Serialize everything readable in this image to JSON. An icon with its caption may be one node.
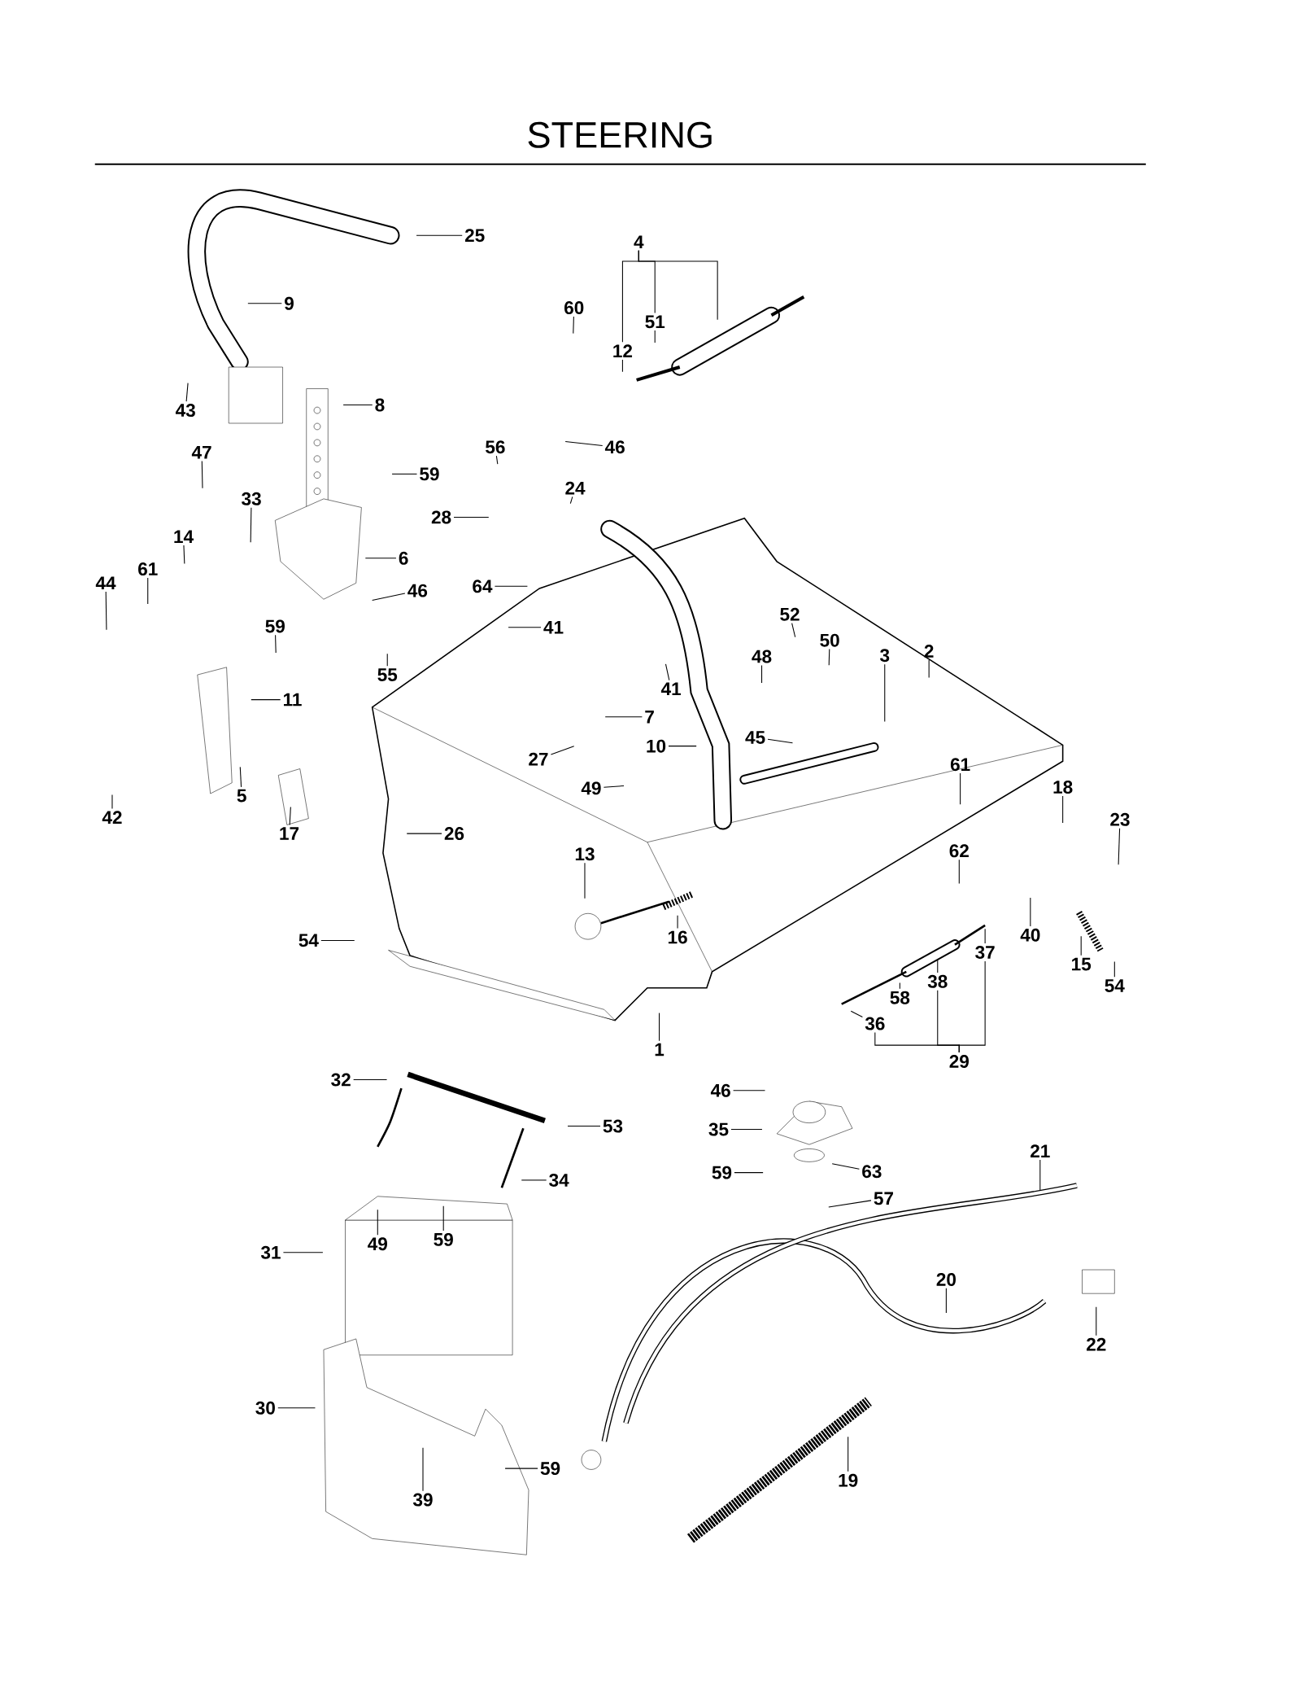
{
  "diagram": {
    "title": "STEERING",
    "nodes": [
      {
        "text": [
          "4"
        ]
      },
      {
        "text": [
          "25"
        ]
      },
      {
        "text": [
          "60"
        ]
      },
      {
        "text": [
          "51"
        ]
      },
      {
        "text": [
          "9"
        ]
      },
      {
        "text": [
          "12"
        ]
      },
      {
        "text": [
          "43"
        ]
      },
      {
        "text": [
          "8"
        ]
      },
      {
        "text": [
          "47"
        ]
      },
      {
        "text": [
          "56"
        ]
      },
      {
        "text": [
          "46"
        ]
      },
      {
        "text": [
          "59"
        ]
      },
      {
        "text": [
          "24"
        ]
      },
      {
        "text": [
          "33"
        ]
      },
      {
        "text": [
          "28"
        ]
      },
      {
        "text": [
          "14"
        ]
      },
      {
        "text": [
          "6"
        ]
      },
      {
        "text": [
          "61"
        ]
      },
      {
        "text": [
          "44"
        ]
      },
      {
        "text": [
          "46"
        ]
      },
      {
        "text": [
          "64"
        ]
      },
      {
        "text": [
          "52"
        ]
      },
      {
        "text": [
          "59"
        ]
      },
      {
        "text": [
          "41"
        ]
      },
      {
        "text": [
          "50"
        ]
      },
      {
        "text": [
          "2"
        ]
      },
      {
        "text": [
          "3"
        ]
      },
      {
        "text": [
          "48"
        ]
      },
      {
        "text": [
          "55"
        ]
      },
      {
        "text": [
          "41"
        ]
      },
      {
        "text": [
          "11"
        ]
      },
      {
        "text": [
          "7"
        ]
      },
      {
        "text": [
          "45"
        ]
      },
      {
        "text": [
          "10"
        ]
      },
      {
        "text": [
          "27"
        ]
      },
      {
        "text": [
          "61"
        ]
      },
      {
        "text": [
          "49"
        ]
      },
      {
        "text": [
          "18"
        ]
      },
      {
        "text": [
          "5"
        ]
      },
      {
        "text": [
          "42"
        ]
      },
      {
        "text": [
          "23"
        ]
      },
      {
        "text": [
          "17"
        ]
      },
      {
        "text": [
          "26"
        ]
      },
      {
        "text": [
          "62"
        ]
      },
      {
        "text": [
          "13"
        ]
      },
      {
        "text": [
          "16"
        ]
      },
      {
        "text": [
          "40"
        ]
      },
      {
        "text": [
          "54"
        ]
      },
      {
        "text": [
          "37"
        ]
      },
      {
        "text": [
          "15"
        ]
      },
      {
        "text": [
          "38"
        ]
      },
      {
        "text": [
          "54"
        ]
      },
      {
        "text": [
          "58"
        ]
      },
      {
        "text": [
          "36"
        ]
      },
      {
        "text": [
          "1"
        ]
      },
      {
        "text": [
          "29"
        ]
      },
      {
        "text": [
          "32"
        ]
      },
      {
        "text": [
          "46"
        ]
      },
      {
        "text": [
          "53"
        ]
      },
      {
        "text": [
          "35"
        ]
      },
      {
        "text": [
          "21"
        ]
      },
      {
        "text": [
          "63"
        ]
      },
      {
        "text": [
          "59"
        ]
      },
      {
        "text": [
          "34"
        ]
      },
      {
        "text": [
          "57"
        ]
      },
      {
        "text": [
          "49"
        ]
      },
      {
        "text": [
          "59"
        ]
      },
      {
        "text": [
          "31"
        ]
      },
      {
        "text": [
          "20"
        ]
      },
      {
        "text": [
          "22"
        ]
      },
      {
        "text": [
          "30"
        ]
      },
      {
        "text": [
          "59"
        ]
      },
      {
        "text": [
          "39"
        ]
      },
      {
        "text": [
          "19"
        ]
      }
    ],
    "edges": [
      {
        "from": 0,
        "to": 5,
        "arrow": "none"
      },
      {
        "from": 0,
        "to": 3,
        "arrow": "none"
      },
      {
        "from": 0,
        "to": null,
        "arrow": "none"
      },
      {
        "from": 1,
        "to": null,
        "arrow": "none"
      },
      {
        "from": 2,
        "to": null,
        "arrow": "none"
      },
      {
        "from": 3,
        "to": null,
        "arrow": "none"
      },
      {
        "from": 4,
        "to": null,
        "arrow": "none"
      },
      {
        "from": 5,
        "to": null,
        "arrow": "none"
      },
      {
        "from": 6,
        "to": null,
        "arrow": "none"
      },
      {
        "from": 7,
        "to": null,
        "arrow": "none"
      },
      {
        "from": 8,
        "to": null,
        "arrow": "none"
      },
      {
        "from": 9,
        "to": null,
        "arrow": "none"
      },
      {
        "from": 10,
        "to": null,
        "arrow": "none"
      },
      {
        "from": 11,
        "to": null,
        "arrow": "none"
      },
      {
        "from": 12,
        "to": null,
        "arrow": "none"
      },
      {
        "from": 13,
        "to": null,
        "arrow": "none"
      },
      {
        "from": 14,
        "to": null,
        "arrow": "none"
      },
      {
        "from": 15,
        "to": null,
        "arrow": "none"
      },
      {
        "from": 16,
        "to": null,
        "arrow": "none"
      },
      {
        "from": 17,
        "to": null,
        "arrow": "none"
      },
      {
        "from": 18,
        "to": null,
        "arrow": "none"
      },
      {
        "from": 19,
        "to": null,
        "arrow": "none"
      },
      {
        "from": 20,
        "to": null,
        "arrow": "none"
      },
      {
        "from": 21,
        "to": null,
        "arrow": "none"
      },
      {
        "from": 22,
        "to": null,
        "arrow": "none"
      },
      {
        "from": 23,
        "to": null,
        "arrow": "none"
      },
      {
        "from": 24,
        "to": null,
        "arrow": "none"
      },
      {
        "from": 25,
        "to": null,
        "arrow": "none"
      },
      {
        "from": 26,
        "to": null,
        "arrow": "none"
      },
      {
        "from": 27,
        "to": null,
        "arrow": "none"
      },
      {
        "from": 28,
        "to": null,
        "arrow": "none"
      },
      {
        "from": 29,
        "to": null,
        "arrow": "none"
      },
      {
        "from": 30,
        "to": null,
        "arrow": "none"
      },
      {
        "from": 31,
        "to": null,
        "arrow": "none"
      },
      {
        "from": 32,
        "to": null,
        "arrow": "none"
      },
      {
        "from": 33,
        "to": null,
        "arrow": "none"
      },
      {
        "from": 34,
        "to": null,
        "arrow": "none"
      },
      {
        "from": 35,
        "to": null,
        "arrow": "none"
      },
      {
        "from": 36,
        "to": null,
        "arrow": "none"
      },
      {
        "from": 37,
        "to": null,
        "arrow": "none"
      },
      {
        "from": 38,
        "to": null,
        "arrow": "none"
      },
      {
        "from": 39,
        "to": null,
        "arrow": "none"
      },
      {
        "from": 40,
        "to": null,
        "arrow": "none"
      },
      {
        "from": 41,
        "to": null,
        "arrow": "none"
      },
      {
        "from": 42,
        "to": null,
        "arrow": "none"
      },
      {
        "from": 43,
        "to": null,
        "arrow": "none"
      },
      {
        "from": 44,
        "to": null,
        "arrow": "none"
      },
      {
        "from": 45,
        "to": null,
        "arrow": "none"
      },
      {
        "from": 46,
        "to": null,
        "arrow": "none"
      },
      {
        "from": 47,
        "to": null,
        "arrow": "none"
      },
      {
        "from": 48,
        "to": null,
        "arrow": "none"
      },
      {
        "from": 49,
        "to": null,
        "arrow": "none"
      },
      {
        "from": 50,
        "to": null,
        "arrow": "none"
      },
      {
        "from": 51,
        "to": null,
        "arrow": "none"
      },
      {
        "from": 52,
        "to": null,
        "arrow": "none"
      },
      {
        "from": 53,
        "to": null,
        "arrow": "none"
      },
      {
        "from": 54,
        "to": null,
        "arrow": "none"
      },
      {
        "from": 55,
        "to": 53,
        "arrow": "none"
      },
      {
        "from": 55,
        "to": 50,
        "arrow": "none"
      },
      {
        "from": 55,
        "to": 48,
        "arrow": "none"
      },
      {
        "from": 56,
        "to": null,
        "arrow": "none"
      },
      {
        "from": 57,
        "to": null,
        "arrow": "none"
      },
      {
        "from": 58,
        "to": null,
        "arrow": "none"
      },
      {
        "from": 59,
        "to": null,
        "arrow": "none"
      },
      {
        "from": 60,
        "to": null,
        "arrow": "none"
      },
      {
        "from": 61,
        "to": null,
        "arrow": "none"
      },
      {
        "from": 62,
        "to": null,
        "arrow": "none"
      },
      {
        "from": 63,
        "to": null,
        "arrow": "none"
      },
      {
        "from": 64,
        "to": null,
        "arrow": "none"
      },
      {
        "from": 65,
        "to": null,
        "arrow": "none"
      },
      {
        "from": 66,
        "to": null,
        "arrow": "none"
      },
      {
        "from": 67,
        "to": null,
        "arrow": "none"
      },
      {
        "from": 68,
        "to": null,
        "arrow": "none"
      },
      {
        "from": 69,
        "to": null,
        "arrow": "none"
      },
      {
        "from": 70,
        "to": null,
        "arrow": "none"
      },
      {
        "from": 71,
        "to": null,
        "arrow": "none"
      },
      {
        "from": 72,
        "to": null,
        "arrow": "none"
      },
      {
        "from": 73,
        "to": null,
        "arrow": "none"
      }
    ]
  }
}
